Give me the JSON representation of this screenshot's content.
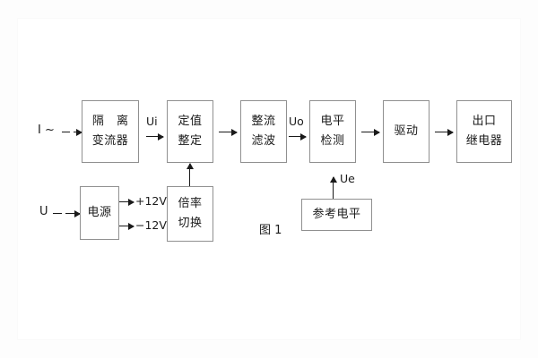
{
  "diagram": {
    "caption": "图 1",
    "inputs": [
      {
        "id": "current-input",
        "label": "I ~"
      },
      {
        "id": "voltage-input",
        "label": "U"
      }
    ],
    "signal_labels": [
      {
        "id": "ui",
        "label": "Ui"
      },
      {
        "id": "uo",
        "label": "Uo"
      },
      {
        "id": "ue",
        "label": "Ue"
      }
    ],
    "rail_labels": [
      {
        "id": "rail-positive",
        "label": "+12V"
      },
      {
        "id": "rail-negative",
        "label": "−12V"
      }
    ],
    "blocks": [
      {
        "id": "isolation-transformer",
        "line1": "隔 离",
        "line2": "变流器"
      },
      {
        "id": "setpoint-adjust",
        "line1": "定值",
        "line2": "整定"
      },
      {
        "id": "rectify-filter",
        "line1": "整流",
        "line2": "滤波"
      },
      {
        "id": "level-detect",
        "line1": "电平",
        "line2": "检测"
      },
      {
        "id": "driver",
        "line1": "驱动",
        "line2": ""
      },
      {
        "id": "output-relay",
        "line1": "出口",
        "line2": "继电器"
      },
      {
        "id": "power-supply",
        "line1": "电源",
        "line2": ""
      },
      {
        "id": "multiplier-switch",
        "line1": "倍率",
        "line2": "切换"
      },
      {
        "id": "reference-level",
        "line1": "参考电平",
        "line2": ""
      }
    ],
    "colors": {
      "stroke": "#909090",
      "line": "#1a1a1a",
      "text": "#1a1a1a",
      "background": "#ffffff"
    }
  }
}
